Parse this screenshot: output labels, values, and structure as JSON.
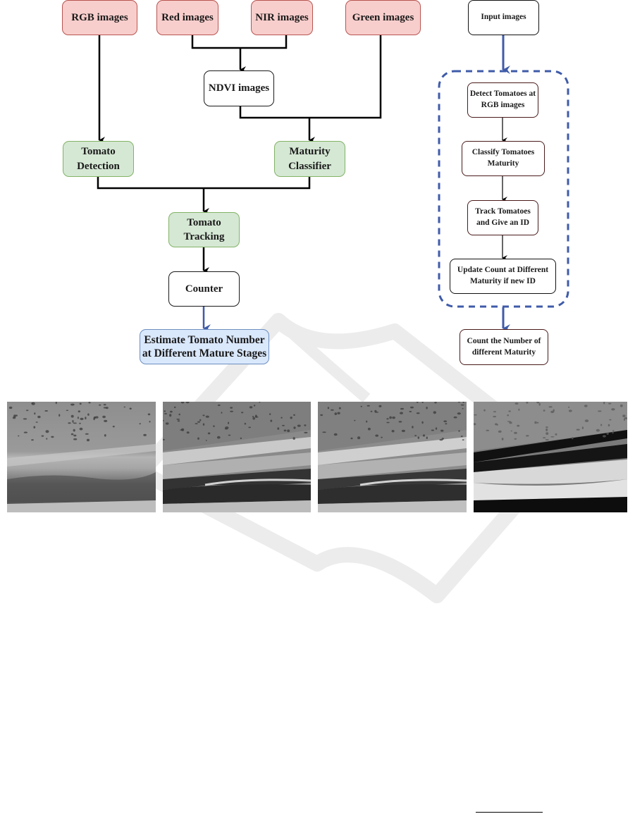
{
  "left_flowchart": {
    "inputs": {
      "rgb": "RGB images",
      "red": "Red images",
      "nir": "NIR images",
      "green": "Green images"
    },
    "ndvi": "NDVI images",
    "tomato_detection": [
      "Tomato",
      "Detection"
    ],
    "maturity_classifier": [
      "Maturity",
      "Classifier"
    ],
    "tomato_tracking": [
      "Tomato",
      "Tracking"
    ],
    "counter": "Counter",
    "output": [
      "Estimate Tomato Number",
      "at Different Mature Stages"
    ]
  },
  "right_flowchart": {
    "input": "Input images",
    "steps": [
      [
        "Detect Tomatoes at",
        "RGB images"
      ],
      [
        "Classify Tomatoes",
        "Maturity"
      ],
      [
        "Track Tomatoes",
        "and Give an ID"
      ],
      [
        "Update Count at Different",
        "Maturity if new ID"
      ]
    ],
    "output": [
      "Count the Number of",
      "different Maturity"
    ]
  },
  "image_strip": [
    {
      "name": "rgb-grayscale-field-image"
    },
    {
      "name": "red-band-field-image"
    },
    {
      "name": "green-band-field-image"
    },
    {
      "name": "nir-band-field-image"
    }
  ],
  "colors": {
    "input_fill": "#f8cecc",
    "input_border": "#b85450",
    "process_fill": "#d5e8d4",
    "process_border": "#82b366",
    "output_fill": "#dae8fc",
    "output_border": "#6c8ebf",
    "accent_arrow": "#3f5ba9"
  }
}
